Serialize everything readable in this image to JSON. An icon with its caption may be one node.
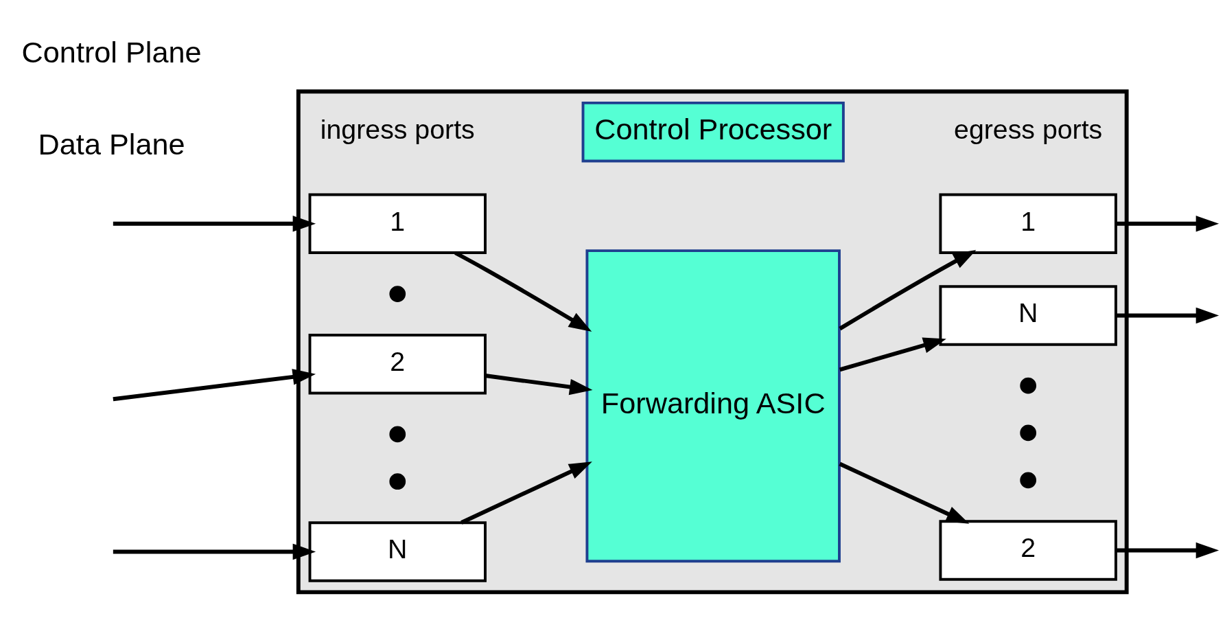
{
  "diagram": {
    "nodes": [
      {
        "text": [],
        "shape": "box"
      },
      {
        "text": [
          "Control Processor"
        ],
        "in": 0
      },
      {
        "text": [
          "1"
        ],
        "in": 0
      },
      {
        "text": [
          "2"
        ],
        "in": 0
      },
      {
        "text": [
          "N"
        ],
        "in": 0
      },
      {
        "text": [
          "Forwarding ASIC"
        ],
        "in": 0
      },
      {
        "text": [
          "1"
        ],
        "in": 0
      },
      {
        "text": [
          "2"
        ],
        "in": 0
      },
      {
        "text": [
          "N"
        ],
        "in": 0
      }
    ],
    "edges": [
      {
        "from": null,
        "to": 2,
        "arrow": "to"
      },
      {
        "from": null,
        "to": 3,
        "arrow": "to"
      },
      {
        "from": null,
        "to": 4,
        "arrow": "to"
      },
      {
        "from": 2,
        "to": 5,
        "arrow": "to"
      },
      {
        "from": 3,
        "to": 5,
        "arrow": "to"
      },
      {
        "from": 4,
        "to": 5,
        "arrow": "to"
      },
      {
        "from": 5,
        "to": 6,
        "arrow": "to"
      },
      {
        "from": 5,
        "to": 7,
        "arrow": "to"
      },
      {
        "from": 5,
        "to": 8,
        "arrow": "to"
      },
      {
        "from": 6,
        "to": null,
        "arrow": "to"
      },
      {
        "from": 7,
        "to": null,
        "arrow": "to"
      },
      {
        "from": 8,
        "to": null,
        "arrow": "to"
      }
    ],
    "labels": [
      "Control Plane",
      "Data Plane",
      "ingress ports",
      "egress ports"
    ]
  }
}
